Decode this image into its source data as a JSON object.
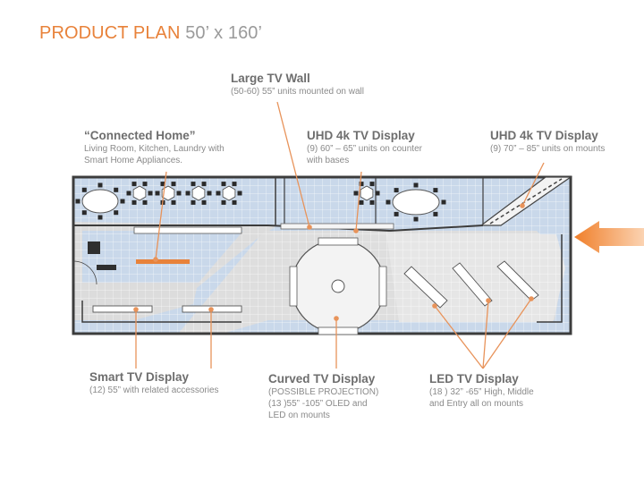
{
  "title": {
    "main": "PRODUCT PLAN",
    "size": "50’ x 160’"
  },
  "callouts": {
    "large_tv_wall": {
      "heading": "Large TV Wall",
      "desc": [
        "(50-60) 55” units mounted on wall"
      ]
    },
    "connected_home": {
      "heading": "“Connected Home”",
      "desc": [
        "Living Room, Kitchen, Laundry with",
        "Smart Home Appliances."
      ]
    },
    "uhd_counter": {
      "heading": "UHD 4k TV Display",
      "desc": [
        "(9) 60” – 65” units on counter",
        "with bases"
      ]
    },
    "uhd_mounts": {
      "heading": "UHD 4k TV Display",
      "desc": [
        "(9) 70” – 85” units on mounts"
      ]
    },
    "smart_tv": {
      "heading": "Smart TV Display",
      "desc": [
        "(12) 55” with related accessories"
      ]
    },
    "curved_tv": {
      "heading": "Curved TV Display",
      "desc": [
        "(POSSIBLE PROJECTION)",
        "(13 )55” -105” OLED and",
        "LED on mounts"
      ]
    },
    "led_tv": {
      "heading": "LED TV Display",
      "desc": [
        "(18 ) 32” -65”  High, Middle",
        "and Entry all on mounts"
      ]
    }
  },
  "colors": {
    "accent": "#e8823a",
    "plan_blue": "#c9d8ea",
    "plan_gray": "#dcdcdc",
    "wall": "#3c3c3c",
    "leader": "#e8935a"
  },
  "icons": {
    "entrance": "entrance-arrow-icon"
  }
}
